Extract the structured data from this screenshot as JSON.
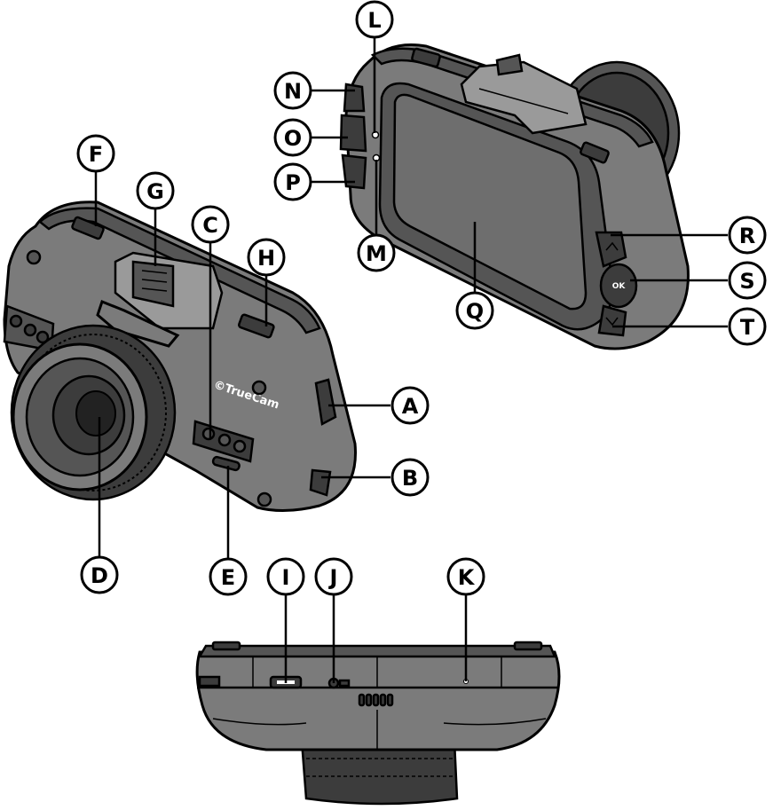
{
  "brand": "©TrueCam",
  "ok_button_label": "OK",
  "callouts": {
    "A": "A",
    "B": "B",
    "C": "C",
    "D": "D",
    "E": "E",
    "F": "F",
    "G": "G",
    "H": "H",
    "I": "I",
    "J": "J",
    "K": "K",
    "L": "L",
    "M": "M",
    "N": "N",
    "O": "O",
    "P": "P",
    "Q": "Q",
    "R": "R",
    "S": "S",
    "T": "T"
  },
  "colors": {
    "body": "#7b7b7b",
    "dark": "#555555",
    "screen": "#6e6e6e",
    "outline": "#000000"
  }
}
